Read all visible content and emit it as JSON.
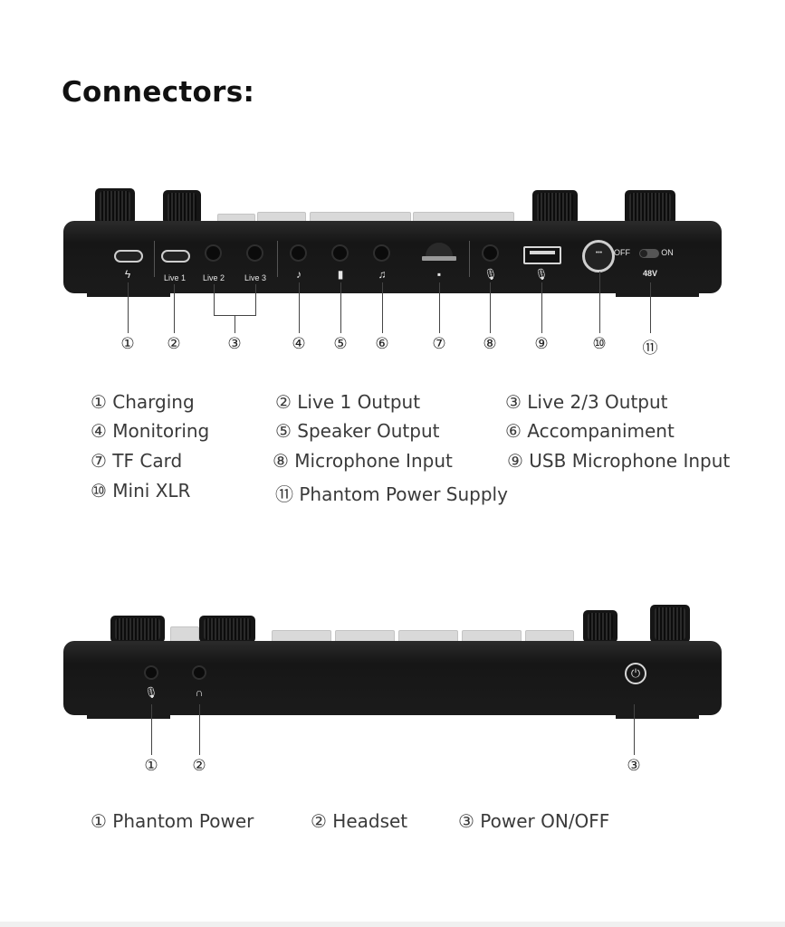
{
  "heading": "Connectors:",
  "top_device": {
    "labels": {
      "live1": "Live 1",
      "live2": "Live 2",
      "live3": "Live 3",
      "off": "OFF",
      "on": "ON",
      "phantom": "48V"
    },
    "icons": [
      "lightning-icon",
      "headphones-icon",
      "speaker-icon",
      "music-note-icon",
      "sd-card-icon",
      "microphone-icon",
      "usb-microphone-icon"
    ]
  },
  "top_numbers": [
    "①",
    "②",
    "③",
    "④",
    "⑤",
    "⑥",
    "⑦",
    "⑧",
    "⑨",
    "⑩",
    "⑪"
  ],
  "top_legend": [
    "① Charging",
    "② Live 1 Output",
    "③ Live 2/3  Output",
    "④ Monitoring",
    "⑤ Speaker Output",
    "⑥ Accompaniment",
    "⑦ TF Card",
    "⑧ Microphone Input",
    "⑨ USB Microphone Input",
    "⑩ Mini XLR",
    "⑪ Phantom Power Supply"
  ],
  "bottom_device": {
    "icons": [
      "microphone-icon",
      "headset-icon",
      "power-icon"
    ]
  },
  "bottom_numbers": [
    "①",
    "②",
    "③"
  ],
  "bottom_legend": [
    "① Phantom Power",
    "② Headset",
    "③ Power ON/OFF"
  ]
}
